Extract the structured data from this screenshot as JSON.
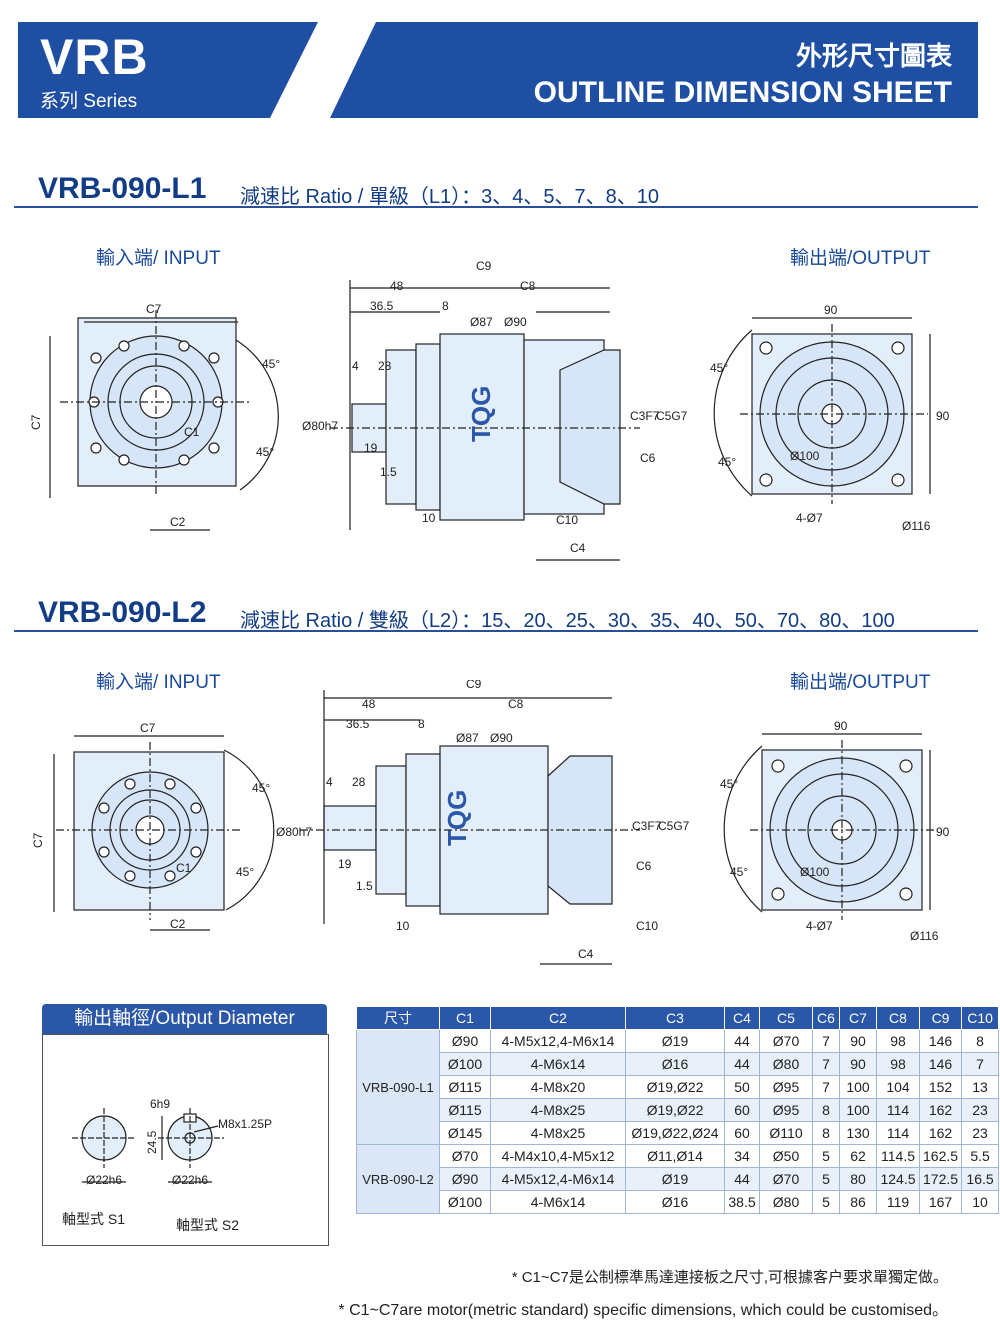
{
  "header": {
    "series_code": "VRB",
    "series_label": "系列 Series",
    "title_cn": "外形尺寸圖表",
    "title_en": "OUTLINE DIMENSION SHEET"
  },
  "section1": {
    "model": "VRB-090-L1",
    "ratio_text": "減速比 Ratio / 單級（L1）：3、4、5、7、8、10",
    "input_label": "輸入端/ INPUT",
    "output_label": "輸出端/OUTPUT"
  },
  "section2": {
    "model": "VRB-090-L2",
    "ratio_text": "減速比 Ratio / 雙級（L2）：15、20、25、30、35、40、50、70、80、100",
    "input_label": "輸入端/ INPUT",
    "output_label": "輸出端/OUTPUT"
  },
  "drawing_labels": {
    "c1": "C1",
    "c2": "C2",
    "c3": "C3F7",
    "c4": "C4",
    "c5": "C5G7",
    "c6": "C6",
    "c7": "C7",
    "c8": "C8",
    "c9": "C9",
    "c10": "C10",
    "d48": "48",
    "d36": "36.5",
    "d8": "8",
    "d87": "Ø87",
    "d90phi": "Ø90",
    "d4": "4",
    "d28": "28",
    "d19": "19",
    "d15": "1.5",
    "d10": "10",
    "d80": "Ø80h7",
    "deg45": "45°",
    "d90": "90",
    "d100": "Ø100",
    "d4holes": "4-Ø7",
    "d116": "Ø116",
    "brand": "TQG"
  },
  "output_diameter": {
    "title": "輸出軸徑/Output Diameter",
    "s1_dim": "Ø22h6",
    "s1_label": "軸型式 S1",
    "s2_key": "6h9",
    "s2_thread": "M8x1.25P",
    "s2_height": "24.5",
    "s2_dim": "Ø22h6",
    "s2_label": "軸型式 S2"
  },
  "spec_table": {
    "headers": [
      "尺寸",
      "C1",
      "C2",
      "C3",
      "C4",
      "C5",
      "C6",
      "C7",
      "C8",
      "C9",
      "C10"
    ],
    "group1_model": "VRB-090-L1",
    "group1": [
      [
        "Ø90",
        "4-M5x12,4-M6x14",
        "Ø19",
        "44",
        "Ø70",
        "7",
        "90",
        "98",
        "146",
        "8"
      ],
      [
        "Ø100",
        "4-M6x14",
        "Ø16",
        "44",
        "Ø80",
        "7",
        "90",
        "98",
        "146",
        "7"
      ],
      [
        "Ø115",
        "4-M8x20",
        "Ø19,Ø22",
        "50",
        "Ø95",
        "7",
        "100",
        "104",
        "152",
        "13"
      ],
      [
        "Ø115",
        "4-M8x25",
        "Ø19,Ø22",
        "60",
        "Ø95",
        "8",
        "100",
        "114",
        "162",
        "23"
      ],
      [
        "Ø145",
        "4-M8x25",
        "Ø19,Ø22,Ø24",
        "60",
        "Ø110",
        "8",
        "130",
        "114",
        "162",
        "23"
      ]
    ],
    "group2_model": "VRB-090-L2",
    "group2": [
      [
        "Ø70",
        "4-M4x10,4-M5x12",
        "Ø11,Ø14",
        "34",
        "Ø50",
        "5",
        "62",
        "114.5",
        "162.5",
        "5.5"
      ],
      [
        "Ø90",
        "4-M5x12,4-M6x14",
        "Ø19",
        "44",
        "Ø70",
        "5",
        "80",
        "124.5",
        "172.5",
        "16.5"
      ],
      [
        "Ø100",
        "4-M6x14",
        "Ø16",
        "38.5",
        "Ø80",
        "5",
        "86",
        "119",
        "167",
        "10"
      ]
    ]
  },
  "notes": {
    "cn": "* C1~C7是公制標準馬達連接板之尺寸,可根據客户要求單獨定做。",
    "en": "* C1~C7are motor(metric standard) specific dimensions, which could be customised。"
  },
  "colors": {
    "brand_blue": "#123d86",
    "panel_blue": "#2a57a8",
    "drawing_fill": "#e3eefb"
  }
}
